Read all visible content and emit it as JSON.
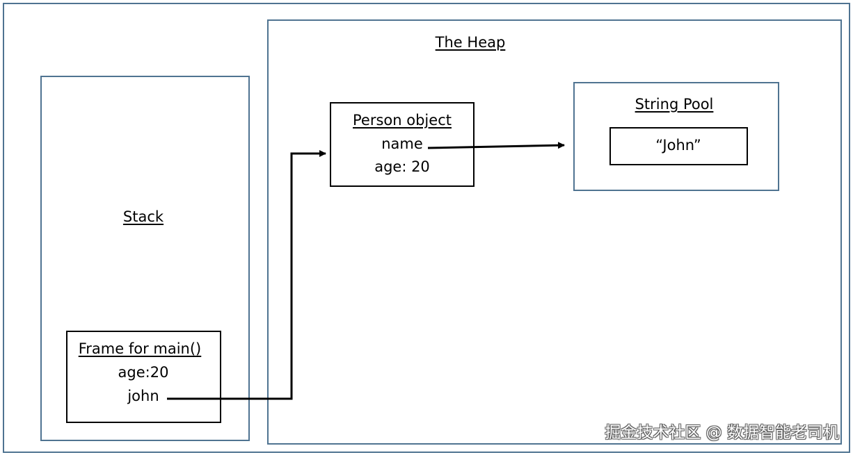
{
  "stack": {
    "title": "Stack",
    "frame": {
      "title": "Frame for main()",
      "age": "age:20",
      "ref": "john"
    }
  },
  "heap": {
    "title": "The Heap",
    "person": {
      "title": "Person object",
      "name": "name",
      "age": "age: 20"
    },
    "string_pool": {
      "title": "String Pool",
      "value": "“John”"
    }
  },
  "watermark": "掘金技术社区 @ 数据智能老司机",
  "colors": {
    "region_border": "#4f7391",
    "box_border": "#000000",
    "arrow": "#000000"
  }
}
